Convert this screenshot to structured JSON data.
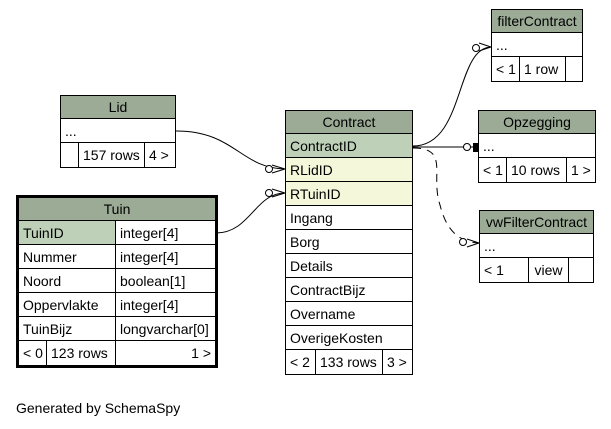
{
  "tables": {
    "lid": {
      "name": "Lid",
      "columns_placeholder": "...",
      "rows_label": "157 rows",
      "children_label": "4 >"
    },
    "tuin": {
      "name": "Tuin",
      "columns": [
        {
          "name": "TuinID",
          "type": "integer[4]"
        },
        {
          "name": "Nummer",
          "type": "integer[4]"
        },
        {
          "name": "Noord",
          "type": "boolean[1]"
        },
        {
          "name": "Oppervlakte",
          "type": "integer[4]"
        },
        {
          "name": "TuinBijz",
          "type": "longvarchar[0]"
        }
      ],
      "parents_label": "< 0",
      "rows_label": "123 rows",
      "children_label": "1 >"
    },
    "contract": {
      "name": "Contract",
      "columns": [
        "ContractID",
        "RLidID",
        "RTuinID",
        "Ingang",
        "Borg",
        "Details",
        "ContractBijz",
        "Overname",
        "OverigeKosten"
      ],
      "parents_label": "< 2",
      "rows_label": "133 rows",
      "children_label": "3 >"
    },
    "filterContract": {
      "name": "filterContract",
      "columns_placeholder": "...",
      "parents_label": "< 1",
      "rows_label": "1 row"
    },
    "opzegging": {
      "name": "Opzegging",
      "columns_placeholder": "...",
      "parents_label": "< 1",
      "rows_label": "10 rows",
      "children_label": "1 >"
    },
    "vwFilterContract": {
      "name": "vwFilterContract",
      "columns_placeholder": "...",
      "parents_label": "< 1",
      "rows_label": "view"
    }
  },
  "footer_text": "Generated by SchemaSpy",
  "colors": {
    "header": "#9bab96",
    "primary_key": "#bed1b8",
    "foreign_key": "#f4f7da"
  }
}
